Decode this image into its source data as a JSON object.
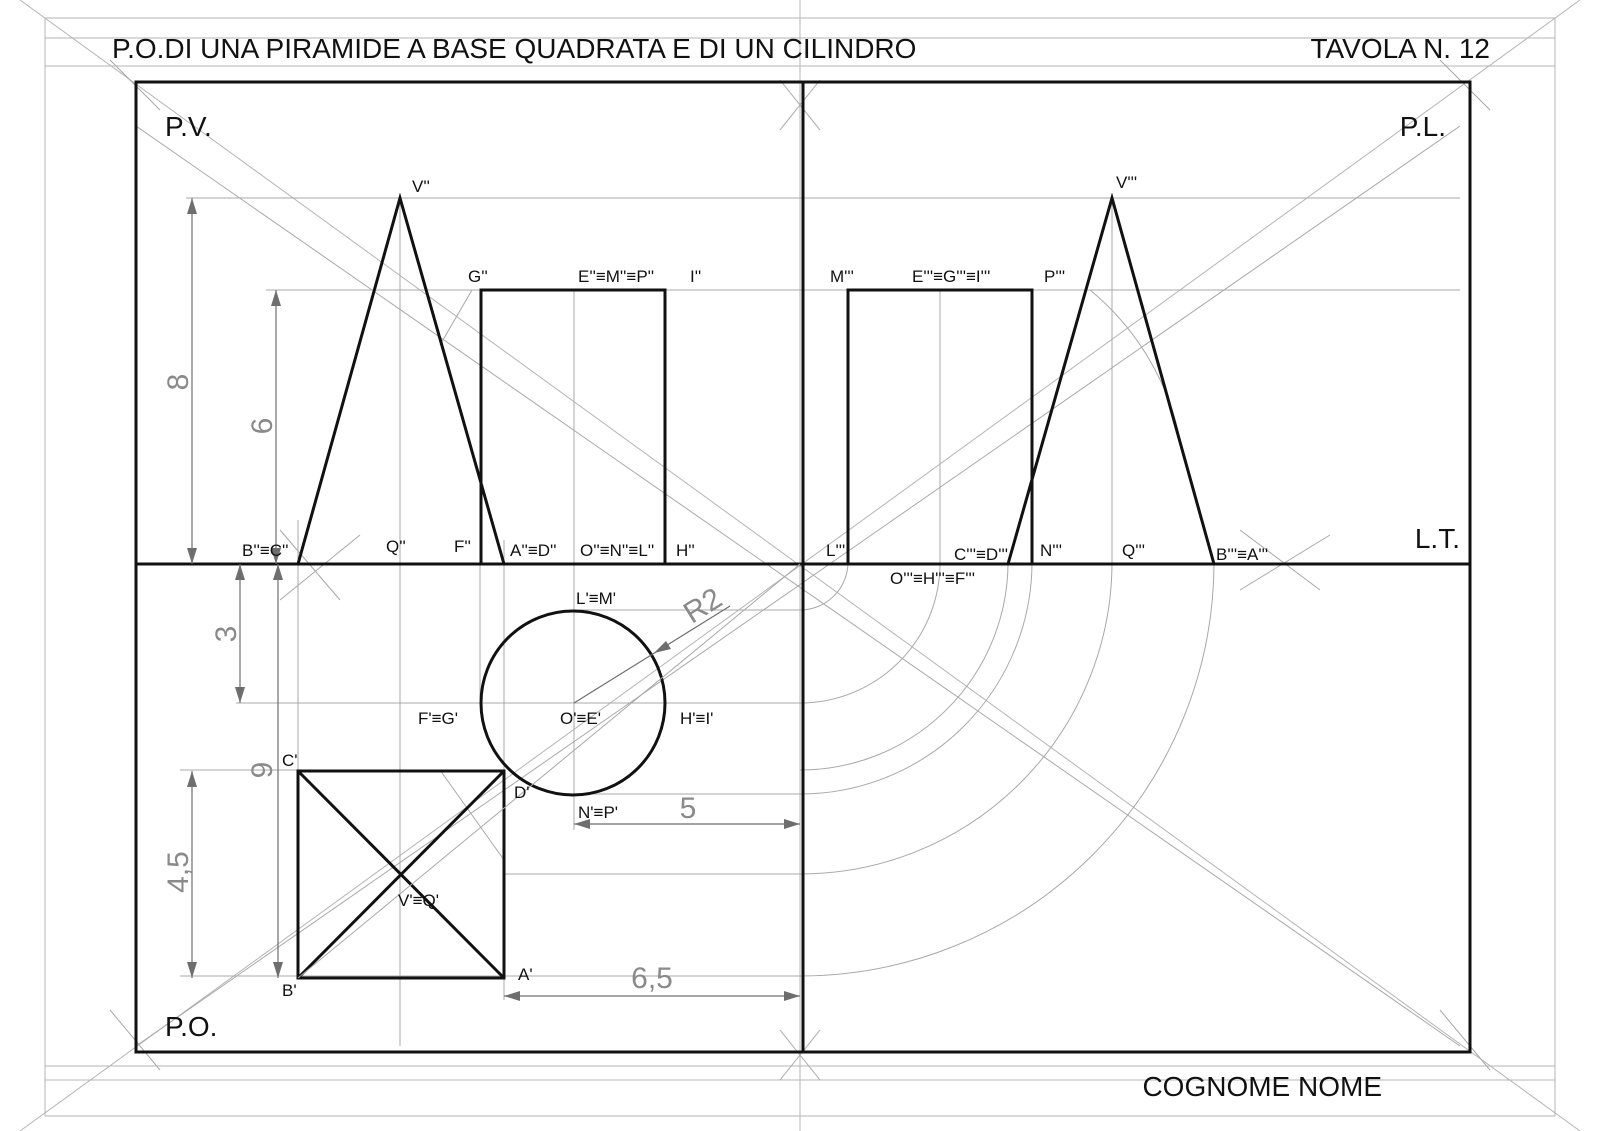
{
  "header": {
    "title": "P.O.DI UNA PIRAMIDE  A BASE QUADRATA E DI UN CILINDRO",
    "sheet": "TAVOLA N. 12"
  },
  "footer": {
    "name": "COGNOME NOME"
  },
  "views": {
    "front": "P.V.",
    "side": "P.L.",
    "plan": "P.O.",
    "ground_line": "L.T."
  },
  "labels": {
    "front": {
      "apex": "V''",
      "g": "G''",
      "emp": "E''≡M''≡P''",
      "i": "I''",
      "bc": "B''≡C''",
      "q": "Q''",
      "f": "F''",
      "ad": "A''≡D''",
      "onl": "O''≡N''≡L''",
      "h": "H''"
    },
    "side": {
      "apex": "V'''",
      "m": "M'''",
      "egi": "E'''≡G'''≡I'''",
      "p": "P'''",
      "l": "L'''",
      "cd": "C'''≡D'''",
      "n": "N'''",
      "q": "Q'''",
      "ba": "B'''≡A'''",
      "ohf": "O'''≡H'''≡F'''"
    },
    "plan": {
      "lm": "L'≡M'",
      "fg": "F'≡G'",
      "oe": "O'≡E'",
      "hi": "H'≡I'",
      "np": "N'≡P'",
      "c": "C'",
      "d": "D'",
      "vq": "V'≡Q'",
      "a": "A'",
      "b": "B'"
    }
  },
  "dimensions": {
    "pyramid_height": "8",
    "cylinder_height": "6",
    "cylinder_offset": "3",
    "square_offset": "9",
    "square_side": "4,5",
    "radius": "R2",
    "cylinder_distance": "5",
    "square_distance": "6,5"
  }
}
